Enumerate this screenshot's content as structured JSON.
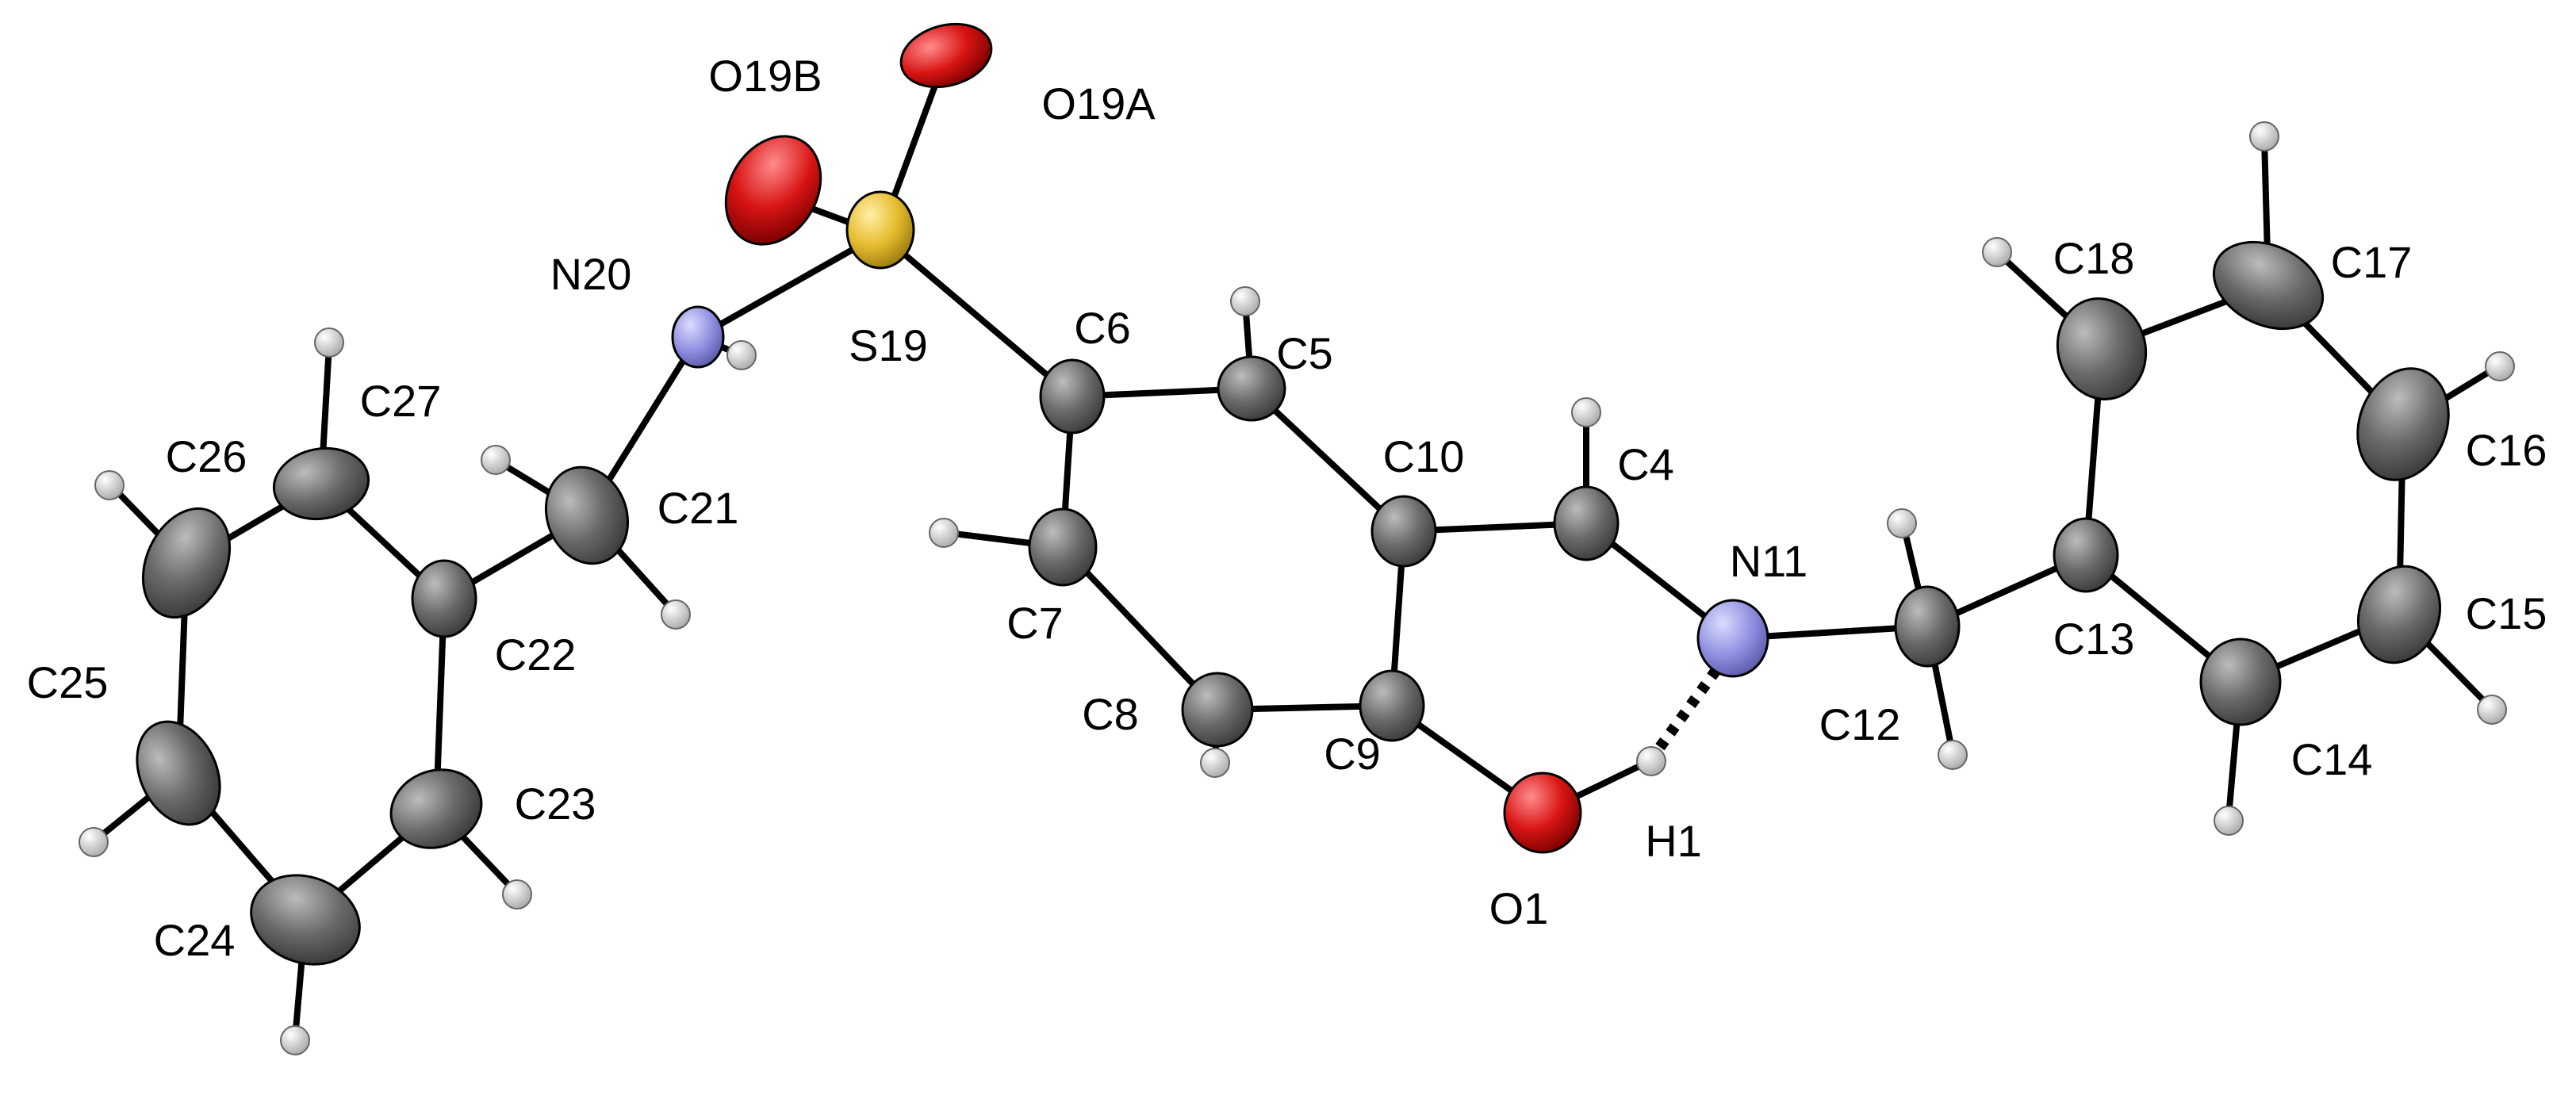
{
  "colors": {
    "carbon": "#5c5c5c",
    "hydrogen": "#dcdcdc",
    "nitrogen": "#8c8ce0",
    "oxygen": "#d81414",
    "sulfur": "#e6bc2e",
    "bond": "#000000"
  },
  "atoms": {
    "O19B": {
      "label": "O19B",
      "element": "oxygen"
    },
    "O19A": {
      "label": "O19A",
      "element": "oxygen"
    },
    "S19": {
      "label": "S19",
      "element": "sulfur"
    },
    "N20": {
      "label": "N20",
      "element": "nitrogen"
    },
    "C21": {
      "label": "C21",
      "element": "carbon"
    },
    "C22": {
      "label": "C22",
      "element": "carbon"
    },
    "C23": {
      "label": "C23",
      "element": "carbon"
    },
    "C24": {
      "label": "C24",
      "element": "carbon"
    },
    "C25": {
      "label": "C25",
      "element": "carbon"
    },
    "C26": {
      "label": "C26",
      "element": "carbon"
    },
    "C27": {
      "label": "C27",
      "element": "carbon"
    },
    "C6": {
      "label": "C6",
      "element": "carbon"
    },
    "C5": {
      "label": "C5",
      "element": "carbon"
    },
    "C7": {
      "label": "C7",
      "element": "carbon"
    },
    "C8": {
      "label": "C8",
      "element": "carbon"
    },
    "C9": {
      "label": "C9",
      "element": "carbon"
    },
    "C10": {
      "label": "C10",
      "element": "carbon"
    },
    "C4": {
      "label": "C4",
      "element": "carbon"
    },
    "N11": {
      "label": "N11",
      "element": "nitrogen"
    },
    "C12": {
      "label": "C12",
      "element": "carbon"
    },
    "C13": {
      "label": "C13",
      "element": "carbon"
    },
    "C14": {
      "label": "C14",
      "element": "carbon"
    },
    "C15": {
      "label": "C15",
      "element": "carbon"
    },
    "C16": {
      "label": "C16",
      "element": "carbon"
    },
    "C17": {
      "label": "C17",
      "element": "carbon"
    },
    "C18": {
      "label": "C18",
      "element": "carbon"
    },
    "O1": {
      "label": "O1",
      "element": "oxygen"
    },
    "H1": {
      "label": "H1",
      "element": "hydrogen"
    }
  },
  "bonds": [
    [
      "S19",
      "O19A"
    ],
    [
      "S19",
      "O19B"
    ],
    [
      "S19",
      "N20"
    ],
    [
      "S19",
      "C6"
    ],
    [
      "N20",
      "C21"
    ],
    [
      "C21",
      "C22"
    ],
    [
      "C22",
      "C23"
    ],
    [
      "C23",
      "C24"
    ],
    [
      "C24",
      "C25"
    ],
    [
      "C25",
      "C26"
    ],
    [
      "C26",
      "C27"
    ],
    [
      "C27",
      "C22"
    ],
    [
      "C6",
      "C5"
    ],
    [
      "C5",
      "C10"
    ],
    [
      "C10",
      "C9"
    ],
    [
      "C9",
      "C8"
    ],
    [
      "C8",
      "C7"
    ],
    [
      "C7",
      "C6"
    ],
    [
      "C10",
      "C4"
    ],
    [
      "C4",
      "N11"
    ],
    [
      "N11",
      "C12"
    ],
    [
      "C12",
      "C13"
    ],
    [
      "C13",
      "C14"
    ],
    [
      "C14",
      "C15"
    ],
    [
      "C15",
      "C16"
    ],
    [
      "C16",
      "C17"
    ],
    [
      "C17",
      "C18"
    ],
    [
      "C18",
      "C13"
    ],
    [
      "C9",
      "O1"
    ],
    [
      "O1",
      "H1"
    ]
  ],
  "hydrogen_bonds": [
    [
      "H1",
      "N11"
    ]
  ]
}
